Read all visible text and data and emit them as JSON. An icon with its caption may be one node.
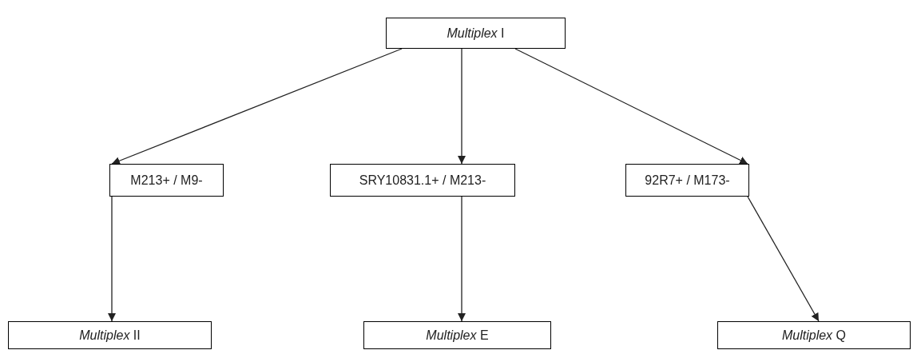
{
  "diagram": {
    "nodes": [
      {
        "text": [
          "*Multiplex* I"
        ]
      },
      {
        "text": [
          "M213+ / M9-"
        ]
      },
      {
        "text": [
          "SRY10831.1+ / M213-"
        ]
      },
      {
        "text": [
          "92R7+ / M173-"
        ]
      },
      {
        "text": [
          "*Multiplex* II"
        ]
      },
      {
        "text": [
          "*Multiplex* E"
        ]
      },
      {
        "text": [
          "*Multiplex* Q"
        ]
      }
    ],
    "edges": [
      {
        "from": 0,
        "to": 1,
        "arrow": "to"
      },
      {
        "from": 0,
        "to": 2,
        "arrow": "to"
      },
      {
        "from": 0,
        "to": 3,
        "arrow": "to"
      },
      {
        "from": 1,
        "to": 4,
        "arrow": "to"
      },
      {
        "from": 2,
        "to": 5,
        "arrow": "to"
      },
      {
        "from": 3,
        "to": 6,
        "arrow": "to"
      }
    ]
  }
}
